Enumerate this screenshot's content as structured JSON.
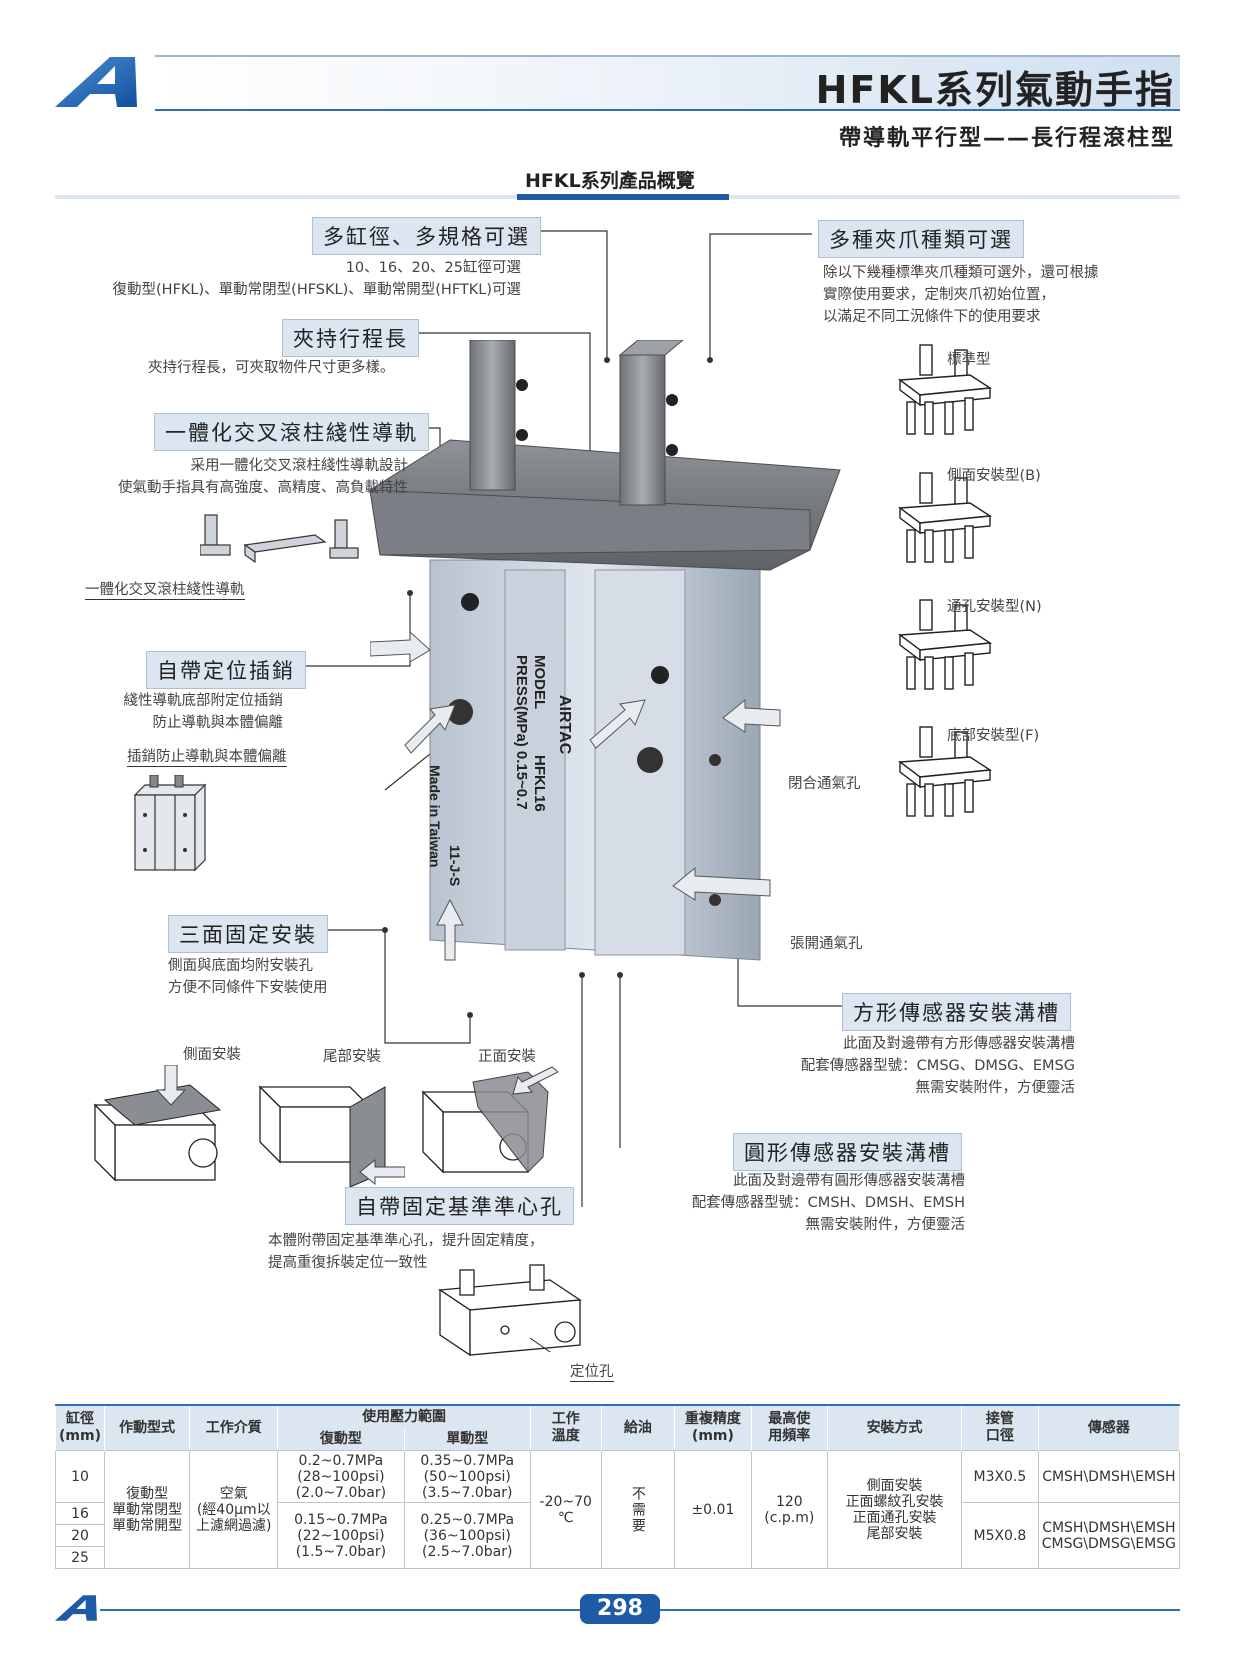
{
  "header": {
    "title": "HFKL系列氣動手指",
    "subtitle": "帶導軌平行型——長行程滾柱型",
    "section_title": "HFKL系列產品概覽"
  },
  "features": {
    "multi_bore": {
      "label": "多缸徑、多規格可選",
      "desc1": "10、16、20、25缸徑可選",
      "desc2": "復動型(HFKL)、單動常閉型(HFSKL)、單動常開型(HFTKL)可選"
    },
    "stroke": {
      "label": "夾持行程長",
      "desc1": "夾持行程長，可夾取物件尺寸更多樣。"
    },
    "guide": {
      "label": "一體化交叉滾柱綫性導軌",
      "desc1": "采用一體化交叉滾柱綫性導軌設計",
      "desc2": "使氣動手指具有高強度、高精度、高負載特性",
      "caption": "一體化交叉滾柱綫性導軌"
    },
    "pin": {
      "label": "自帶定位插銷",
      "desc1": "綫性導軌底部附定位插銷",
      "desc2": "防止導軌與本體偏離",
      "caption": "插銷防止導軌與本體偏離"
    },
    "mount3": {
      "label": "三面固定安裝",
      "desc1": "側面與底面均附安裝孔",
      "desc2": "方便不同條件下安裝使用"
    },
    "jaw_types": {
      "label": "多種夾爪種類可選",
      "desc1": "除以下幾種標準夾爪種類可選外，還可根據",
      "desc2": "實際使用要求，定制夾爪初始位置，",
      "desc3": "以滿足不同工況條件下的使用要求"
    },
    "square_sensor": {
      "label": "方形傳感器安裝溝槽",
      "desc1": "此面及對邊帶有方形傳感器安裝溝槽",
      "desc2": "配套傳感器型號：CMSG、DMSG、EMSG",
      "desc3": "無需安裝附件，方便靈活"
    },
    "round_sensor": {
      "label": "圓形傳感器安裝溝槽",
      "desc1": "此面及對邊帶有圓形傳感器安裝溝槽",
      "desc2": "配套傳感器型號：CMSH、DMSH、EMSH",
      "desc3": "無需安裝附件，方便靈活"
    },
    "datum": {
      "label": "自帶固定基準準心孔",
      "desc1": "本體附帶固定基準準心孔，提升固定精度，",
      "desc2": "提高重復拆裝定位一致性",
      "caption": "定位孔"
    }
  },
  "jaw_list": [
    "標準型",
    "側面安裝型(B)",
    "通孔安裝型(N)",
    "底部安裝型(F)"
  ],
  "ports": {
    "close": "閉合通氣孔",
    "open": "張開通氣孔"
  },
  "mounting_views": {
    "side": "側面安裝",
    "rear": "尾部安裝",
    "front": "正面安裝"
  },
  "body_print": {
    "brand": "AIRTAC",
    "model": "MODEL",
    "model_val": "HFKL16",
    "press": "PRESS(MPa) 0.15~0.7",
    "made": "Made in Taiwan",
    "code": "11-J-S"
  },
  "table": {
    "headers": {
      "bore": "缸徑",
      "bore_unit": "(mm)",
      "action": "作動型式",
      "medium": "工作介質",
      "pressure": "使用壓力範圍",
      "double": "復動型",
      "single": "單動型",
      "temp": "工作",
      "temp2": "溫度",
      "oil": "給油",
      "repeat": "重複精度",
      "repeat_unit": "(mm)",
      "freq": "最高使",
      "freq2": "用頻率",
      "mount": "安裝方式",
      "port": "接管",
      "port2": "口徑",
      "sensor": "傳感器"
    },
    "bores": [
      "10",
      "16",
      "20",
      "25"
    ],
    "action1": "復動型",
    "action2": "單動常閉型",
    "action3": "單動常開型",
    "medium1": "空氣",
    "medium2": "(經40μm以",
    "medium3": "上濾網過濾)",
    "p10_double": [
      "0.2~0.7MPa",
      "(28~100psi)",
      "(2.0~7.0bar)"
    ],
    "p10_single": [
      "0.35~0.7MPa",
      "(50~100psi)",
      "(3.5~7.0bar)"
    ],
    "p_double": [
      "0.15~0.7MPa",
      "(22~100psi)",
      "(1.5~7.0bar)"
    ],
    "p_single": [
      "0.25~0.7MPa",
      "(36~100psi)",
      "(2.5~7.0bar)"
    ],
    "temp_val": "-20~70",
    "temp_unit": "℃",
    "oil_val": "不需要",
    "repeat_val": "±0.01",
    "freq_val": "120",
    "freq_unit": "(c.p.m)",
    "mount1": "側面安裝",
    "mount2": "正面螺紋孔安裝",
    "mount3": "正面通孔安裝",
    "mount4": "尾部安裝",
    "port_small": "M3X0.5",
    "port_large": "M5X0.8",
    "sensor_small": "CMSH\\DMSH\\EMSH",
    "sensor_large1": "CMSH\\DMSH\\EMSH",
    "sensor_large2": "CMSG\\DMSG\\EMSG"
  },
  "footer": {
    "page": "298"
  },
  "colors": {
    "accent": "#1f5aa6",
    "label_bg": "#dce6f1"
  }
}
